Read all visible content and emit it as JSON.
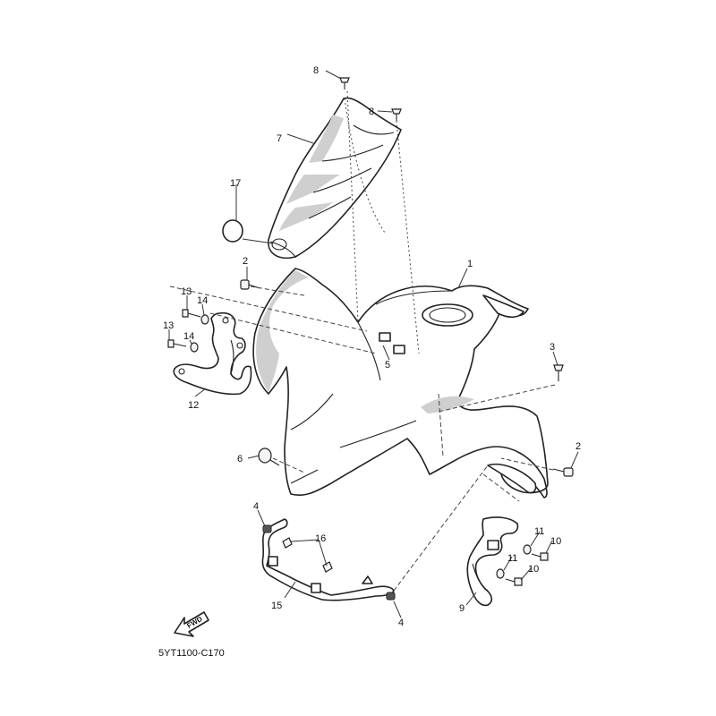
{
  "diagram": {
    "code": "5YT1100-C170",
    "fwd_label": "FWD",
    "callouts": [
      {
        "id": "c1",
        "text": "1"
      },
      {
        "id": "c2a",
        "text": "2"
      },
      {
        "id": "c2b",
        "text": "2"
      },
      {
        "id": "c3",
        "text": "3"
      },
      {
        "id": "c4a",
        "text": "4"
      },
      {
        "id": "c4b",
        "text": "4"
      },
      {
        "id": "c5",
        "text": "5"
      },
      {
        "id": "c6",
        "text": "6"
      },
      {
        "id": "c7",
        "text": "7"
      },
      {
        "id": "c8a",
        "text": "8"
      },
      {
        "id": "c8b",
        "text": "8"
      },
      {
        "id": "c9",
        "text": "9"
      },
      {
        "id": "c10a",
        "text": "10"
      },
      {
        "id": "c10b",
        "text": "10"
      },
      {
        "id": "c11a",
        "text": "11"
      },
      {
        "id": "c11b",
        "text": "11"
      },
      {
        "id": "c12",
        "text": "12"
      },
      {
        "id": "c13a",
        "text": "13"
      },
      {
        "id": "c13b",
        "text": "13"
      },
      {
        "id": "c14a",
        "text": "14"
      },
      {
        "id": "c14b",
        "text": "14"
      },
      {
        "id": "c15",
        "text": "15"
      },
      {
        "id": "c16",
        "text": "16"
      },
      {
        "id": "c17",
        "text": "17"
      }
    ]
  }
}
